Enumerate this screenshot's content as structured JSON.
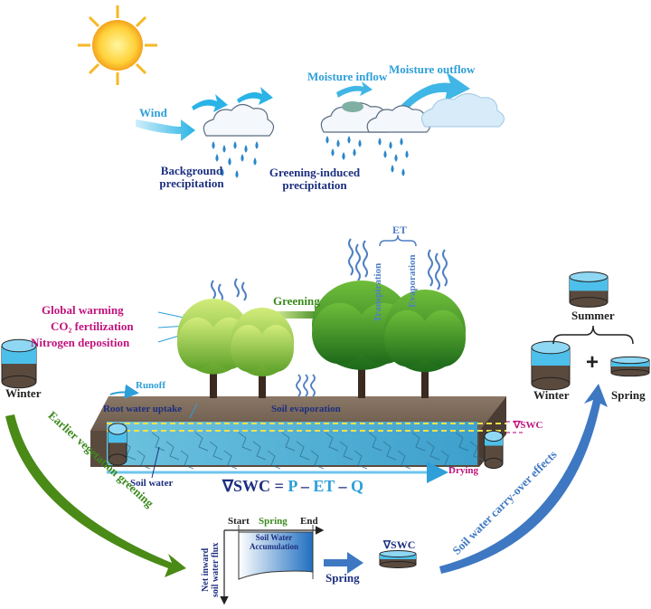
{
  "labels": {
    "wind": "Wind",
    "moisture_inflow": "Moisture inflow",
    "moisture_outflow": "Moisture outflow",
    "background_precip_line1": "Background",
    "background_precip_line2": "precipitation",
    "greening_precip_line1": "Greening-induced",
    "greening_precip_line2": "precipitation",
    "et": "ET",
    "transpiration": "Transpiration",
    "evaporation": "Evaporation",
    "greening": "Greening",
    "global_warming": "Global warming",
    "co2_fertilization": "CO₂ fertilization",
    "nitrogen_deposition": "Nitrogen deposition",
    "winter": "Winter",
    "runoff": "Runoff",
    "root_water_uptake": "Root water uptake",
    "soil_evaporation": "Soil evaporation",
    "soil_water": "Soil water",
    "drying": "Drying",
    "delta_swc": "∇SWC",
    "equation": {
      "lhs": "∇SWC",
      "eq": " = ",
      "p": "P",
      "m1": " – ",
      "et": "ET",
      "m2": " – ",
      "q": "Q"
    },
    "summer": "Summer",
    "plus": "+",
    "winter_right": "Winter",
    "spring_right": "Spring",
    "earlier_greening": "Earlier vegetation greening",
    "carry_over": "Soil water carry-over effects",
    "flux_start": "Start",
    "flux_spring": "Spring",
    "flux_end": "End",
    "net_flux_line1": "Net inward",
    "net_flux_line2": "soil water flux",
    "soil_accum_line1": "Soil Water",
    "soil_accum_line2": "Accumulation",
    "spring_bottom": "Spring",
    "delta_swc_bottom": "∇SWC"
  },
  "colors": {
    "blue_text": "#2e9fd9",
    "navy_text": "#1c2f80",
    "magenta_text": "#c0127d",
    "green_text": "#3a8a1c",
    "dark_blue_arrow": "#3b6fb6",
    "soil_brown": "#6e5a4a",
    "water_blue": "#5cc2e8"
  },
  "icons": [
    "sun-icon",
    "cloud-icon",
    "rain-icon",
    "tree-icon",
    "water-tank-icon",
    "vapor-wave-icon",
    "arrow-icon"
  ]
}
